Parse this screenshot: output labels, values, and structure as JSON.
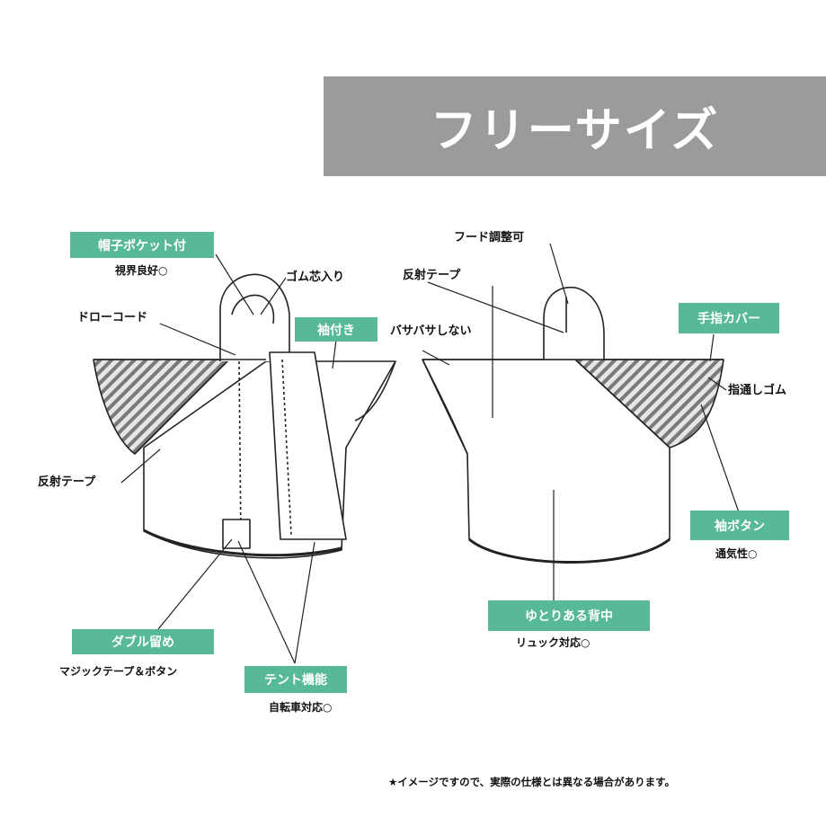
{
  "banner": {
    "title": "フリーサイズ"
  },
  "front": {
    "hood_pocket": {
      "tag": "帽子ポケット付",
      "sub": "視界良好○"
    },
    "elastic_core": "ゴム芯入り",
    "draw_cord": "ドローコード",
    "sleeves": {
      "tag": "袖付き"
    },
    "reflective_tape": "反射テープ",
    "double_closure": {
      "tag": "ダブル留め",
      "sub": "マジックテープ＆ボタン"
    },
    "tent_function": {
      "tag": "テント機能",
      "sub": "自転車対応○"
    }
  },
  "middle": {
    "no_flapping": "バサバサしない"
  },
  "back": {
    "hood_adjust": "フード調整可",
    "reflective_tape": "反射テープ",
    "hand_cover": {
      "tag": "手指カバー"
    },
    "finger_elastic": "指通しゴム",
    "sleeve_button": {
      "tag": "袖ボタン",
      "sub": "通気性○"
    },
    "roomy_back": {
      "tag": "ゆとりある背中",
      "sub": "リュック対応○"
    }
  },
  "footnote": "★イメージですので、実際の仕様とは異なる場合があります。",
  "colors": {
    "accent": "#58b89a",
    "banner": "#9b9b9b",
    "stripe": "#7a7a7a"
  }
}
